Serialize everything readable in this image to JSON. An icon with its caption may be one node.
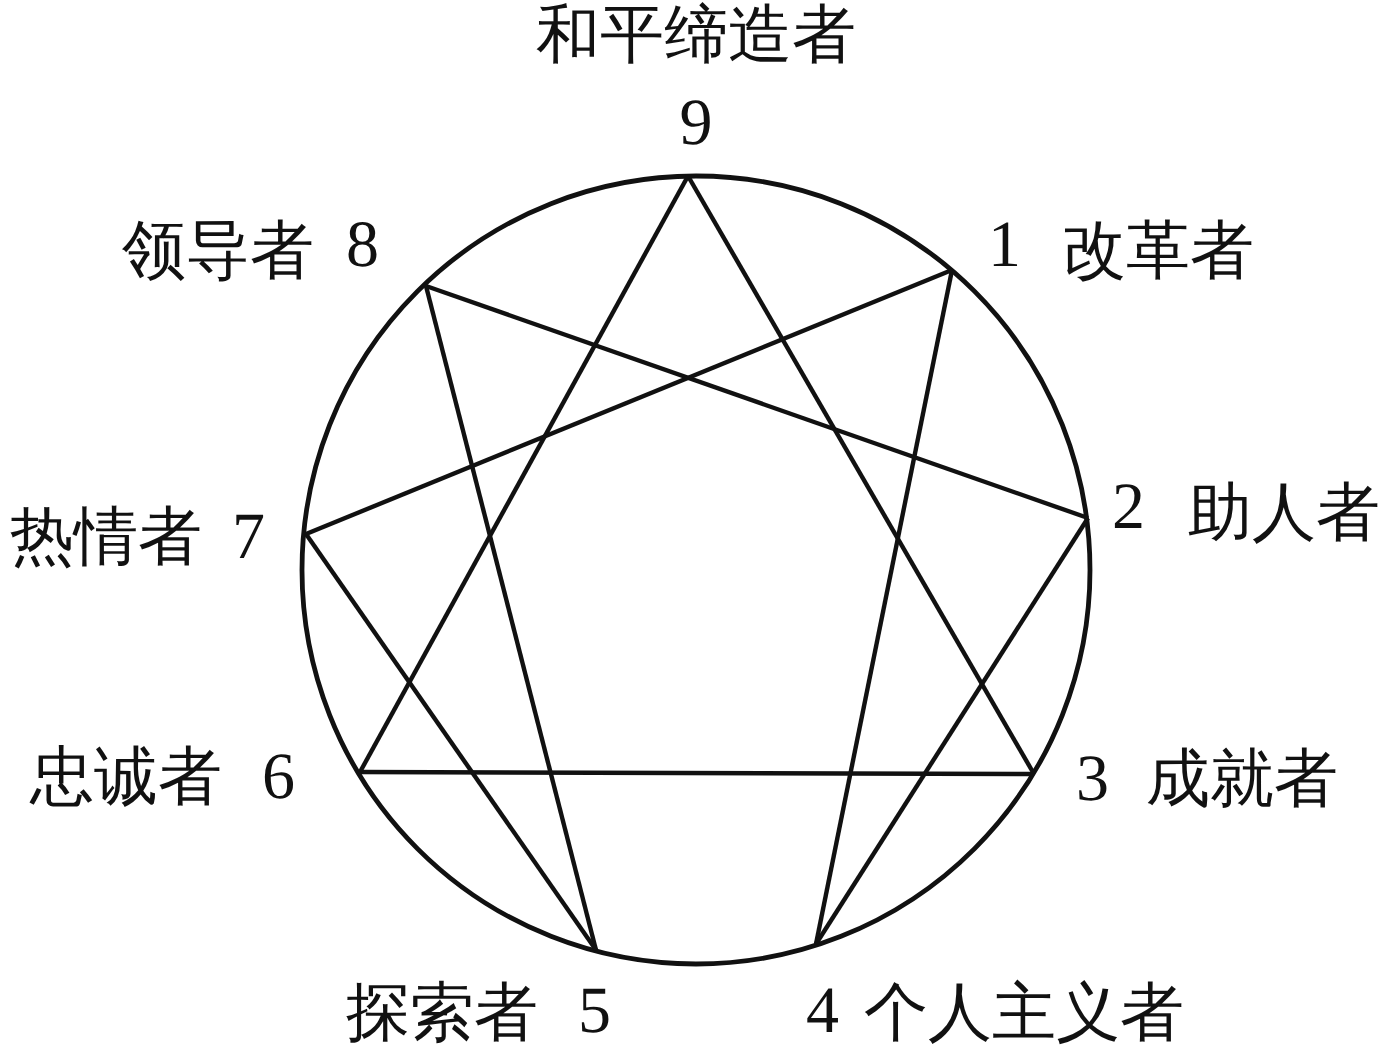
{
  "diagram": {
    "nodes": [
      {
        "text": [
          "9"
        ],
        "beside": [
          "和平缔造者"
        ]
      },
      {
        "text": [
          "8"
        ],
        "beside": [
          "领导者"
        ]
      },
      {
        "text": [
          "1"
        ],
        "beside": [
          "改革者"
        ]
      },
      {
        "text": [
          "7"
        ],
        "beside": [
          "热情者"
        ]
      },
      {
        "text": [
          "2"
        ],
        "beside": [
          "助人者"
        ]
      },
      {
        "text": [
          "6"
        ],
        "beside": [
          "忠诚者"
        ]
      },
      {
        "text": [
          "3"
        ],
        "beside": [
          "成就者"
        ]
      },
      {
        "text": [
          "5"
        ],
        "beside": [
          "探索者"
        ]
      },
      {
        "text": [
          "4"
        ],
        "beside": [
          "个人主义者"
        ]
      }
    ],
    "edges": [
      {
        "from": 0,
        "to": 6,
        "arrow": "none"
      },
      {
        "from": 6,
        "to": 5,
        "arrow": "none"
      },
      {
        "from": 5,
        "to": 0,
        "arrow": "none"
      },
      {
        "from": 2,
        "to": 8,
        "arrow": "none"
      },
      {
        "from": 8,
        "to": 4,
        "arrow": "none"
      },
      {
        "from": 4,
        "to": 1,
        "arrow": "none"
      },
      {
        "from": 1,
        "to": 7,
        "arrow": "none"
      },
      {
        "from": 7,
        "to": 3,
        "arrow": "none"
      },
      {
        "from": 3,
        "to": 2,
        "arrow": "none"
      }
    ]
  }
}
